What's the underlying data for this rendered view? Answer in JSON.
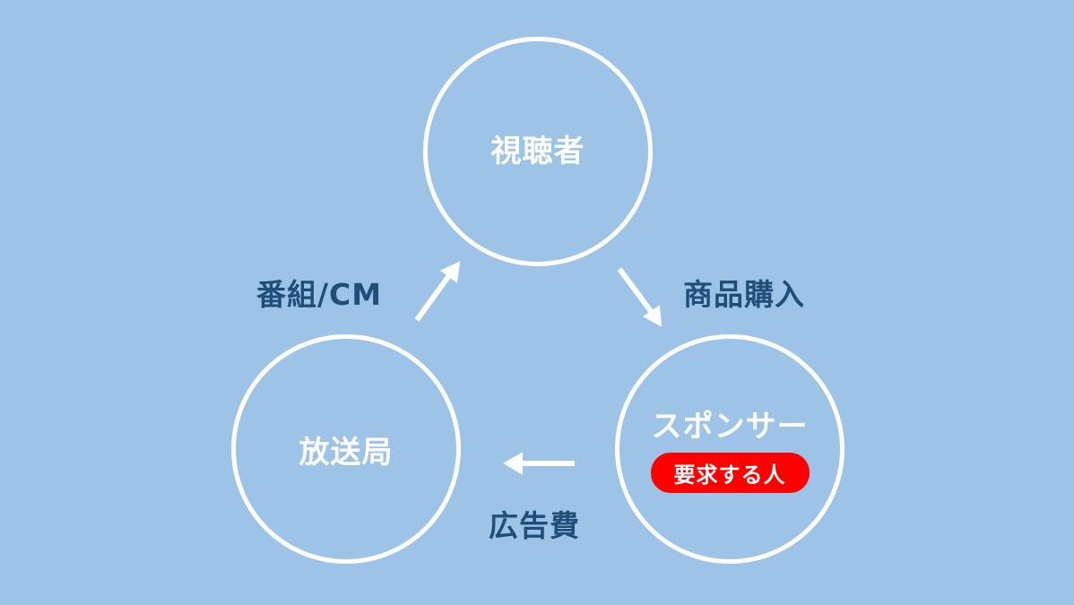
{
  "nodes": {
    "viewer": "視聴者",
    "broadcaster": "放送局",
    "sponsor": "スポンサー",
    "sponsor_badge": "要求する人"
  },
  "edges": {
    "program_cm": "番組/CM",
    "purchase": "商品購入",
    "ad_fee": "広告費"
  },
  "colors": {
    "background": "#9dc3e6",
    "circle": "#ffffff",
    "edge_label": "#1f4e79",
    "badge": "#ff0000"
  }
}
